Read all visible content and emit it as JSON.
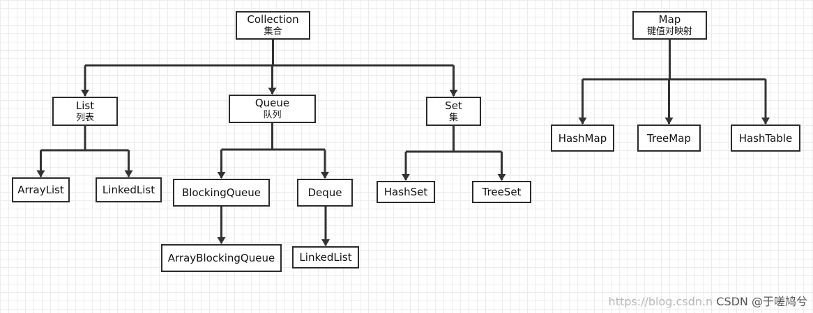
{
  "nodes": {
    "collection": {
      "label": "Collection",
      "sublabel": "集合"
    },
    "map": {
      "label": "Map",
      "sublabel": "键值对映射"
    },
    "list": {
      "label": "List",
      "sublabel": "列表"
    },
    "queue": {
      "label": "Queue",
      "sublabel": "队列"
    },
    "set": {
      "label": "Set",
      "sublabel": "集"
    },
    "arraylist": {
      "label": "ArrayList"
    },
    "linkedlist1": {
      "label": "LinkedList"
    },
    "blockingqueue": {
      "label": "BlockingQueue"
    },
    "deque": {
      "label": "Deque"
    },
    "hashset": {
      "label": "HashSet"
    },
    "treeset": {
      "label": "TreeSet"
    },
    "arrayblockingqueue": {
      "label": "ArrayBlockingQueue"
    },
    "linkedlist2": {
      "label": "LinkedList"
    },
    "hashmap": {
      "label": "HashMap"
    },
    "treemap": {
      "label": "TreeMap"
    },
    "hashtable": {
      "label": "HashTable"
    }
  },
  "edges": [
    [
      "collection",
      "list"
    ],
    [
      "collection",
      "queue"
    ],
    [
      "collection",
      "set"
    ],
    [
      "list",
      "arraylist"
    ],
    [
      "list",
      "linkedlist1"
    ],
    [
      "queue",
      "blockingqueue"
    ],
    [
      "queue",
      "deque"
    ],
    [
      "blockingqueue",
      "arrayblockingqueue"
    ],
    [
      "deque",
      "linkedlist2"
    ],
    [
      "set",
      "hashset"
    ],
    [
      "set",
      "treeset"
    ],
    [
      "map",
      "hashmap"
    ],
    [
      "map",
      "treemap"
    ],
    [
      "map",
      "hashtable"
    ]
  ],
  "colors": {
    "line": "#333333",
    "border": "#2b2b2b",
    "grid": "#ececec"
  },
  "watermark": {
    "url": "https://blog.csdn.n",
    "brand": "CSDN @于嗟鸠兮"
  }
}
